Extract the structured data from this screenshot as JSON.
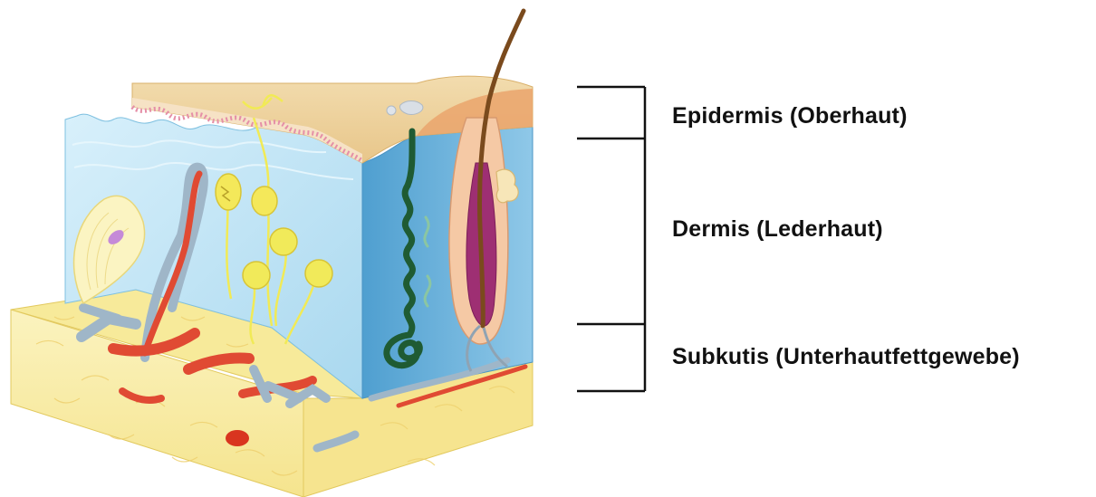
{
  "labels": {
    "epidermis": "Epidermis (Oberhaut)",
    "dermis": "Dermis (Lederhaut)",
    "subkutis": "Subkutis (Unterhautfettgewebe)"
  },
  "colors": {
    "epidermis_top": "#efd3a2",
    "epidermis_ridge": "#e7a9b3",
    "dermis_front": "#b9e0f3",
    "dermis_side": "#6fb4dc",
    "subcutis": "#f6e79c",
    "subcutis_side": "#f3dc86",
    "artery": "#e2472f",
    "vein": "#9db3c4",
    "sweat_gland": "#1f5b33",
    "hair": "#7a4a1d",
    "follicle": "#9c2a6e",
    "nerve": "#e9e65a",
    "bracket": "#111111"
  }
}
